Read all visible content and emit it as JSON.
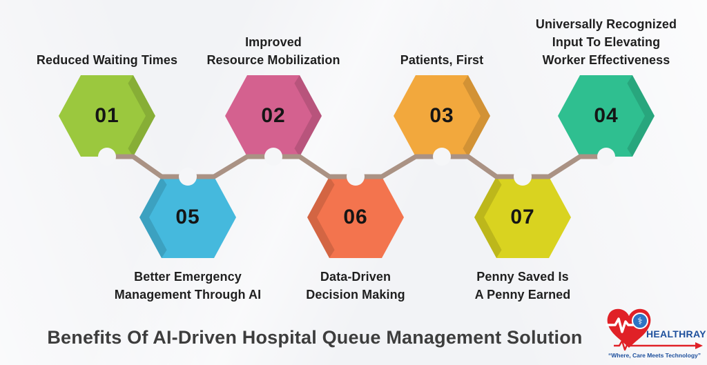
{
  "title": {
    "text": "Benefits Of AI-Driven Hospital Queue Management Solution",
    "color": "#3d3d3d"
  },
  "connector_color": "#aa9284",
  "number_color": "#151515",
  "label_color": "#1f1f1f",
  "background": {
    "base": "#f2f3f6",
    "notch": "#f5f6f8"
  },
  "steps": [
    {
      "number": "01",
      "label_lines": [
        "Reduced Waiting Times"
      ],
      "color": "#9bc83e",
      "row": "top"
    },
    {
      "number": "02",
      "label_lines": [
        "Improved",
        "Resource Mobilization"
      ],
      "color": "#d4618f",
      "row": "top"
    },
    {
      "number": "03",
      "label_lines": [
        "Patients, First"
      ],
      "color": "#f2a83d",
      "row": "top"
    },
    {
      "number": "04",
      "label_lines": [
        "Universally Recognized",
        "Input To Elevating",
        "Worker Effectiveness"
      ],
      "color": "#2fbf90",
      "row": "top"
    },
    {
      "number": "05",
      "label_lines": [
        "Better Emergency",
        "Management Through AI"
      ],
      "color": "#45b9dd",
      "row": "bottom"
    },
    {
      "number": "06",
      "label_lines": [
        "Data-Driven",
        "Decision Making"
      ],
      "color": "#f3744e",
      "row": "bottom"
    },
    {
      "number": "07",
      "label_lines": [
        "Penny Saved Is",
        "A Penny Earned"
      ],
      "color": "#d9d320",
      "row": "bottom"
    }
  ],
  "logo": {
    "name": "HEALTHRAY",
    "tagline": "“Where, Care Meets Technology”",
    "heart_color": "#e02127",
    "text_color": "#1d4f9c",
    "badge_color": "#2e74c4",
    "medical_symbol": "⚕"
  }
}
